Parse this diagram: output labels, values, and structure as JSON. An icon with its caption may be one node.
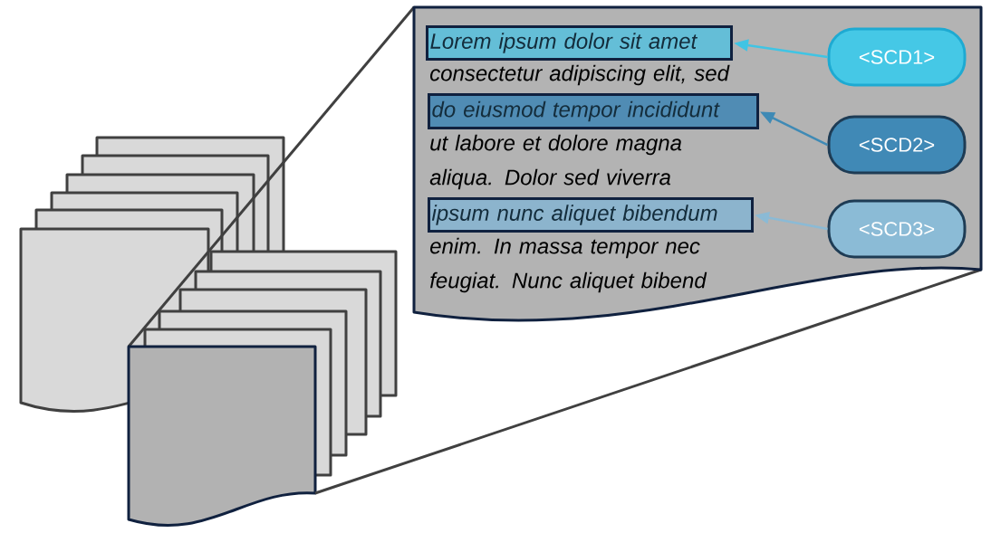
{
  "diagram": {
    "nodes": [
      {
        "text": [
          "consectetur adipiscing elit, sed",
          "ut labore et dolore magna aliqua. Dolor sed viverra",
          "enim. In massa tempor nec feugiat. Nunc aliquet bibend"
        ]
      },
      {
        "text": [
          "Lorem ipsum dolor sit amet"
        ],
        "in": 0
      },
      {
        "text": [
          "do eiusmod tempor incididunt"
        ],
        "in": 0
      },
      {
        "text": [
          "ipsum nunc aliquet bibendum"
        ],
        "in": 0
      },
      {
        "text": [
          "<SCD1>"
        ],
        "in": 0
      },
      {
        "text": [
          "<SCD2>"
        ],
        "in": 0
      },
      {
        "text": [
          "<SCD3>"
        ],
        "in": 0
      }
    ],
    "edges": [
      {
        "from": 4,
        "to": 1,
        "arrow": "to",
        "color": "#40c4e4"
      },
      {
        "from": 5,
        "to": 2,
        "arrow": "to",
        "color": "#3f8ab5"
      },
      {
        "from": 6,
        "to": 3,
        "arrow": "to",
        "color": "#8bbad5"
      }
    ]
  }
}
